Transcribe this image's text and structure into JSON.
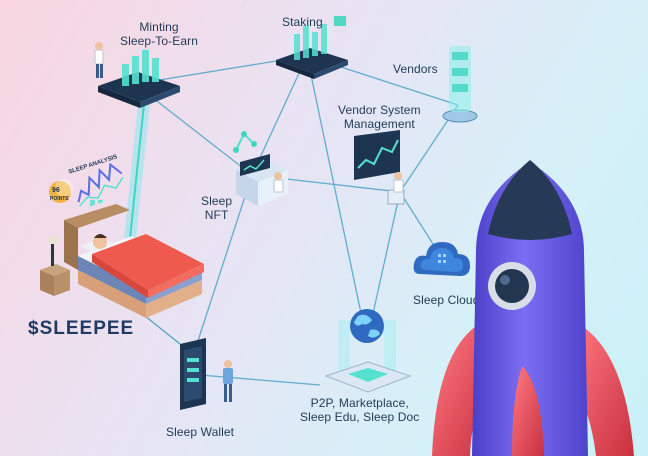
{
  "brand": {
    "title": "$SLEEPEE"
  },
  "nodes": {
    "minting": "Minting\nSleep-To-Earn",
    "staking": "Staking",
    "vendors": "Vendors",
    "vendor_system": "Vendor System\nManagement",
    "sleep_nft": "Sleep\nNFT",
    "sleep_cloud": "Sleep Cloud",
    "sleep_wallet": "Sleep Wallet",
    "p2p": "P2P, Marketplace,\nSleep Edu, Sleep Doc"
  },
  "sleep_analysis": {
    "title": "SLEEP ANALYSIS",
    "score": "96",
    "score_unit": "POINTS"
  },
  "colors": {
    "connector": "#4aa3c7",
    "accent_teal": "#3fd6c0",
    "dark_navy": "#1e3552",
    "rocket_body": "#6d5fe6",
    "rocket_fin": "#e9485a",
    "rocket_nose": "#263a57",
    "bed_blanket": "#ef5a4e"
  },
  "icons": [
    "minting-device-icon",
    "staking-device-icon",
    "vendors-tower-icon",
    "vendor-monitor-icon",
    "sleep-nft-device-icon",
    "sleep-cloud-icon",
    "sleep-wallet-phone-icon",
    "p2p-globe-icon",
    "bed-icon",
    "rocket-icon"
  ]
}
